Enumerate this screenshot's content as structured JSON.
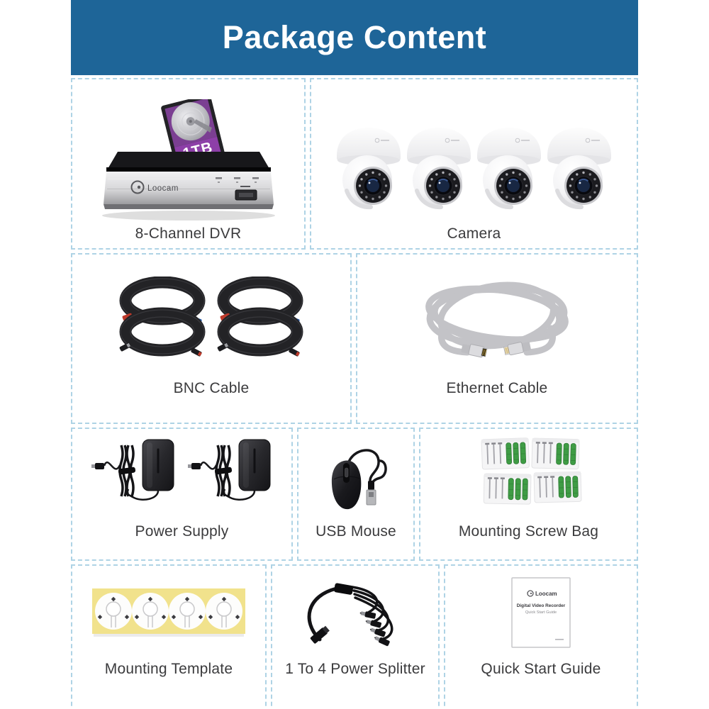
{
  "header": {
    "title": "Package Content",
    "bg_color": "#1e6598",
    "text_color": "#ffffff"
  },
  "grid": {
    "dash_border_color": "#aed3e5",
    "rows": 4,
    "cells": 10
  },
  "items": {
    "dvr": {
      "label": "8-Channel DVR",
      "brand": "Loocam",
      "hdd_capacity": "1TB",
      "hdd_color": "#8d3fa8"
    },
    "camera": {
      "label": "Camera",
      "count": 4,
      "lens_color": "#182743"
    },
    "bnc": {
      "label": "BNC Cable",
      "count": 4
    },
    "ethernet": {
      "label": "Ethernet Cable",
      "count": 1
    },
    "power": {
      "label": "Power Supply",
      "count": 2
    },
    "mouse": {
      "label": "USB Mouse",
      "count": 1
    },
    "screws": {
      "label": "Mounting Screw Bag",
      "count": 4,
      "anchor_color": "#3f9c45"
    },
    "template": {
      "label": "Mounting Template",
      "count": 1,
      "strip_color": "#f1e28c",
      "circles": 4
    },
    "splitter": {
      "label": "1 To 4 Power Splitter",
      "count": 1
    },
    "guide": {
      "label": "Quick Start Guide",
      "brand": "Loocam",
      "cover_title": "Digital Video Recorder",
      "cover_subtitle": "Quick Start Guide"
    }
  }
}
